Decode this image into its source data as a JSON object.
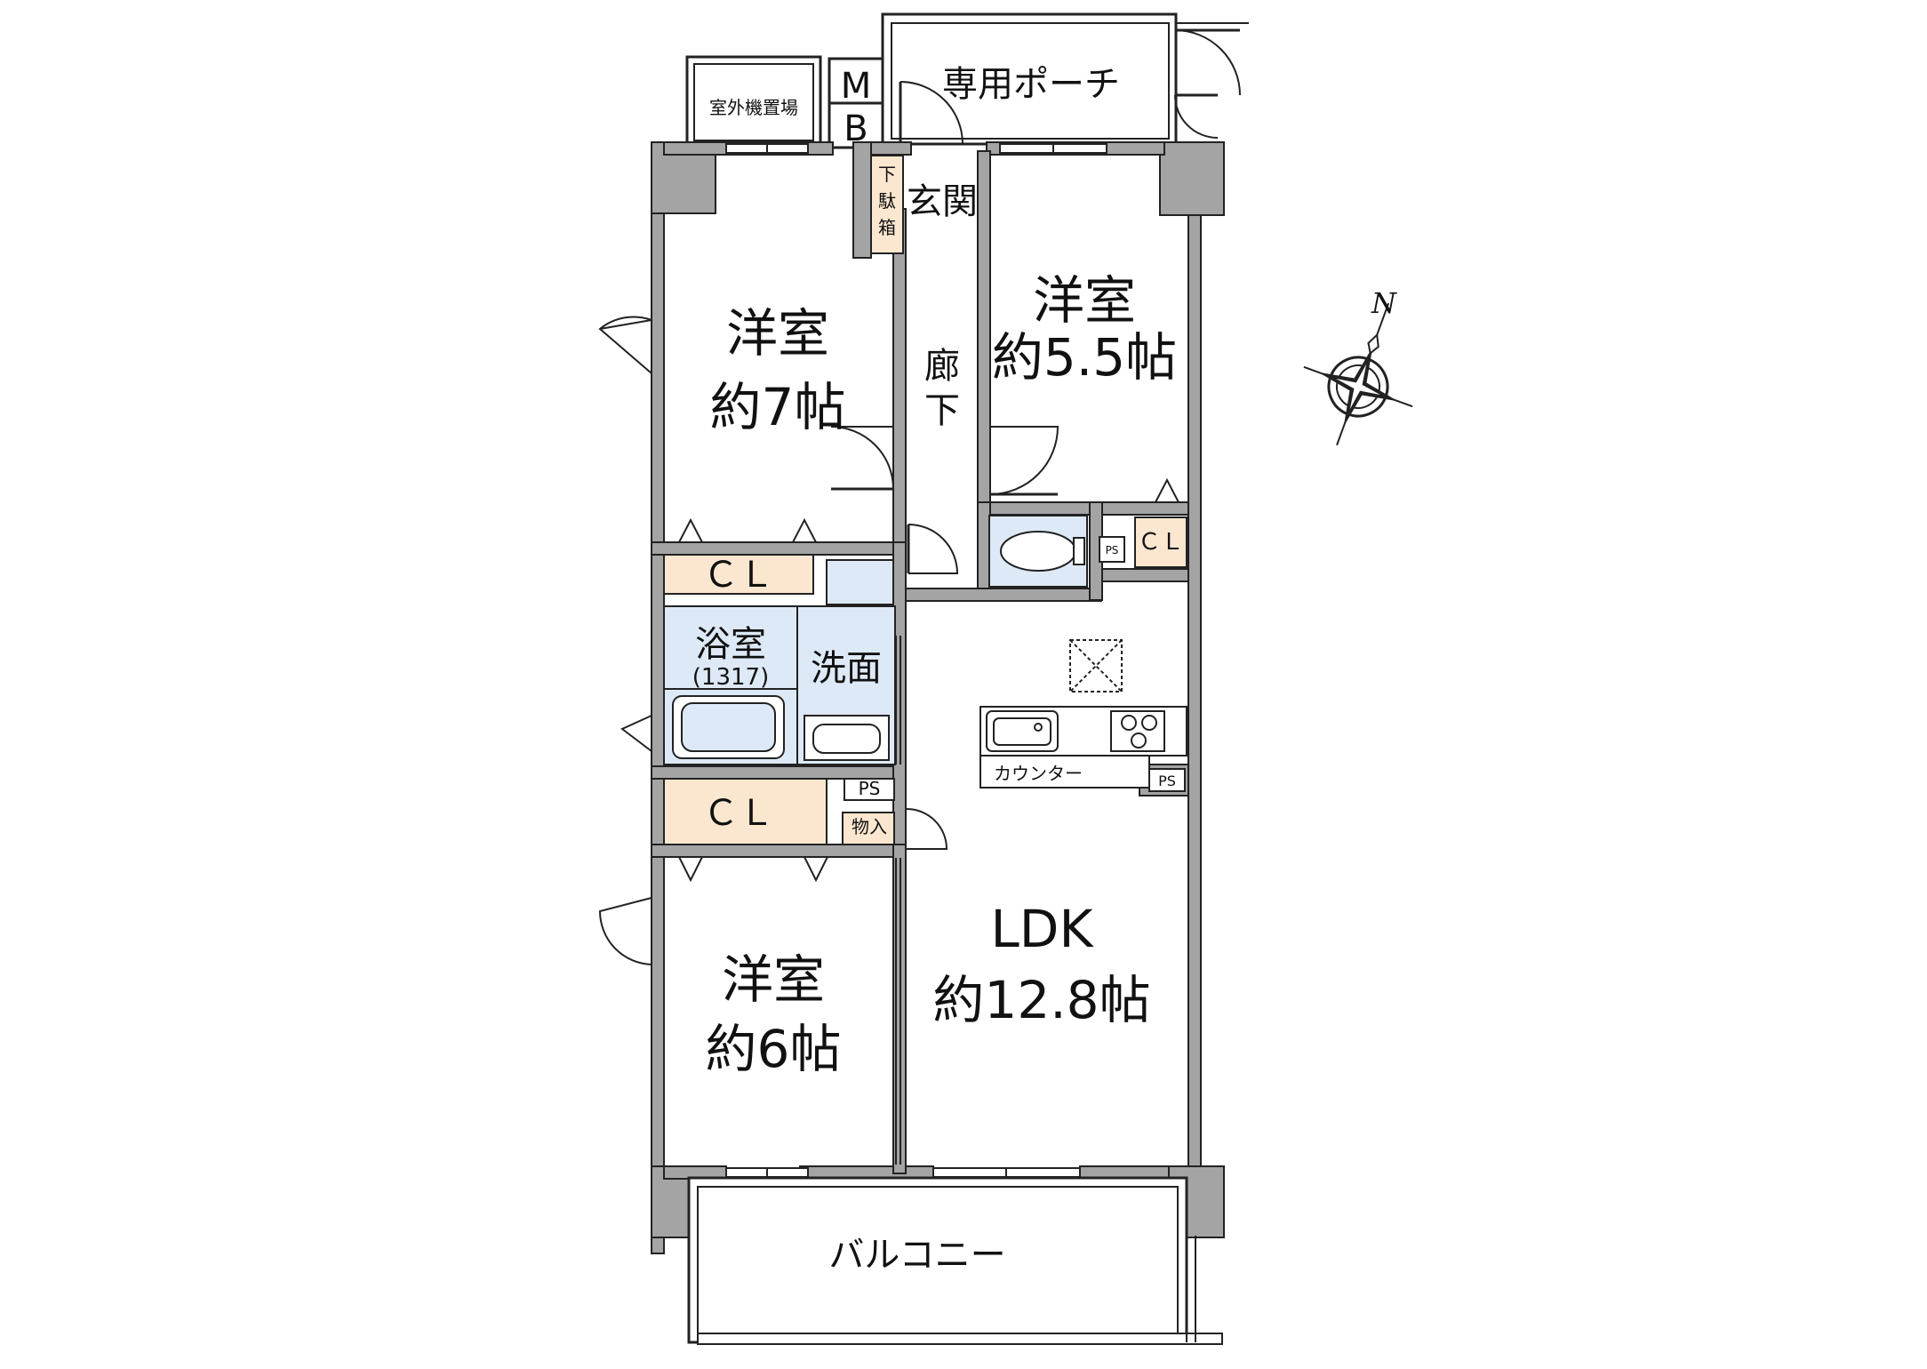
{
  "rooms": {
    "western_7": {
      "name": "洋室",
      "size": "約7帖"
    },
    "western_55": {
      "name": "洋室",
      "size": "約5.5帖"
    },
    "western_6": {
      "name": "洋室",
      "size": "約6帖"
    },
    "ldk": {
      "name": "LDK",
      "size": "約12.8帖"
    },
    "bath": {
      "name": "浴室",
      "size": "(1317)"
    },
    "washroom": {
      "name": "洗面"
    },
    "entrance": {
      "name": "玄関"
    },
    "hallway": {
      "chars": [
        "廊",
        "下"
      ]
    },
    "shoe_box": {
      "chars": [
        "下",
        "駄",
        "箱"
      ]
    },
    "porch": {
      "name": "専用ポーチ"
    },
    "balcony": {
      "name": "バルコニー"
    },
    "outdoor_unit": {
      "name": "室外機置場"
    },
    "meter_box": {
      "chars": [
        "M",
        "B"
      ]
    },
    "storage": {
      "name": "物入"
    },
    "counter": {
      "name": "カウンター"
    }
  },
  "closets": {
    "label": "ＣＬ",
    "label_small": "ＣＬ"
  },
  "pipe_space": {
    "label": "PS"
  },
  "compass": {
    "label": "N"
  },
  "colors": {
    "wall": "#a4a4a4",
    "wall_dark": "#8c8c8c",
    "closet": "#fbe7cf",
    "wet": "#dde9f6",
    "line": "#222222"
  }
}
